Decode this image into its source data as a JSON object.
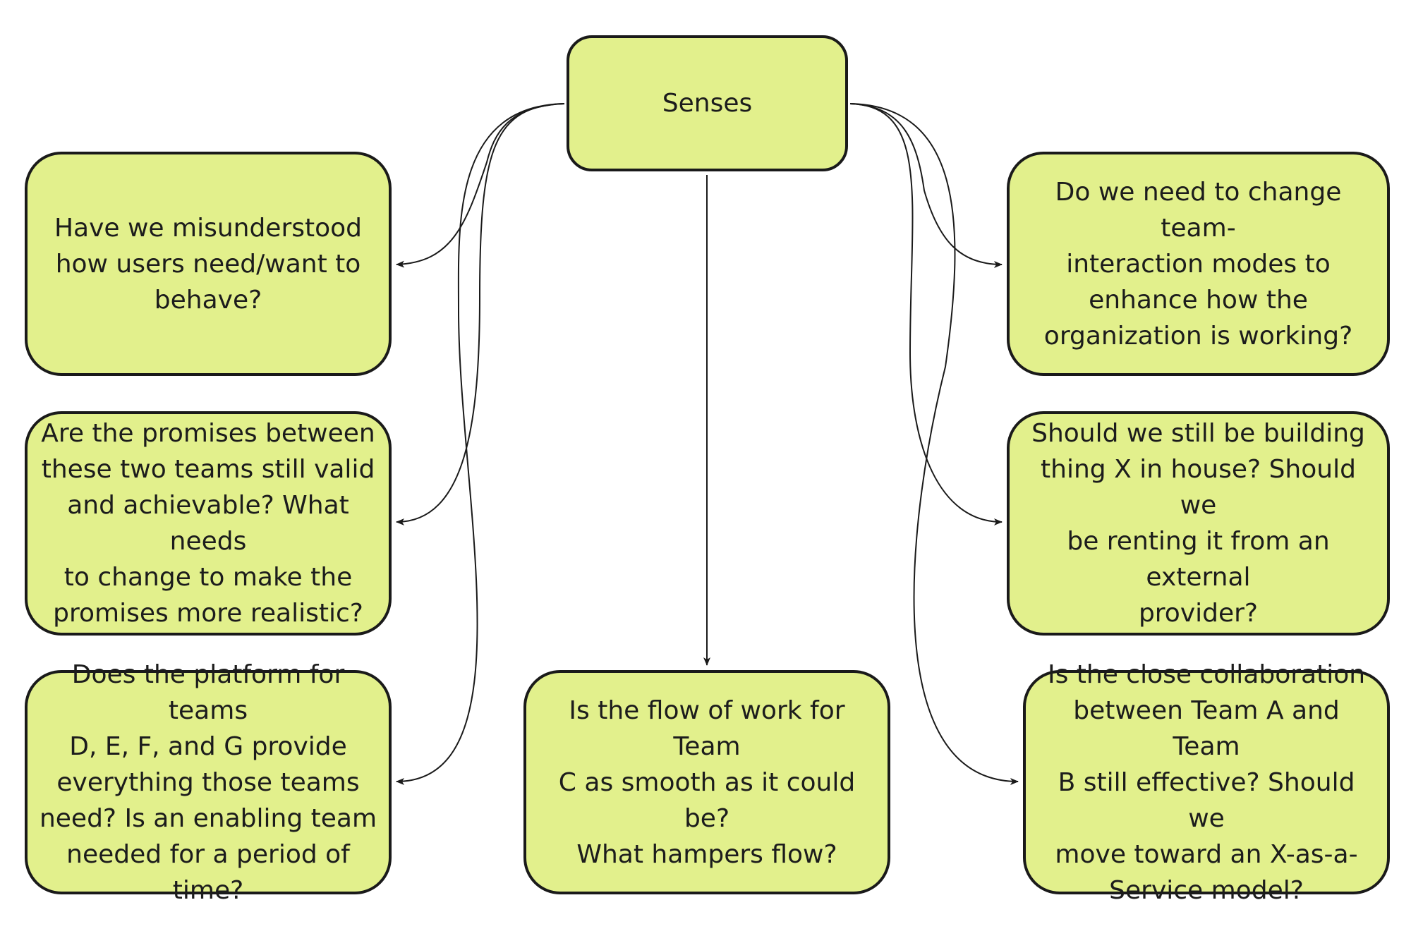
{
  "diagram": {
    "colors": {
      "node_fill": "#e2f08c",
      "node_border": "#1a1a1a",
      "edge": "#1a1a1a",
      "text": "#1c1c1c"
    },
    "nodes": {
      "senses": {
        "lines": [
          "Senses"
        ]
      },
      "users": {
        "lines": [
          "Have we misunderstood",
          "how users need/want to",
          "behave?"
        ]
      },
      "promises": {
        "lines": [
          "Are the promises between",
          "these two teams still valid",
          "and achievable? What needs",
          "to change to make the",
          "promises more realistic?"
        ]
      },
      "platform": {
        "lines": [
          "Does the platform for teams",
          "D, E, F, and G provide",
          "everything those teams",
          "need? Is an enabling team",
          "needed for a period of time?"
        ]
      },
      "flow": {
        "lines": [
          "Is the flow of work for Team",
          "C as smooth as it could be?",
          "What hampers flow?"
        ]
      },
      "interaction": {
        "lines": [
          "Do we need to change team-",
          "interaction modes to",
          "enhance how the",
          "organization is working?"
        ]
      },
      "build": {
        "lines": [
          "Should we still be building",
          "thing X in house? Should we",
          "be renting it from an external",
          "provider?"
        ]
      },
      "collab": {
        "lines": [
          "Is the close collaboration",
          "between Team A and Team",
          "B still effective? Should we",
          "move toward an X-as-a-",
          "Service model?"
        ]
      }
    },
    "edges": [
      {
        "from": "senses",
        "to": "users"
      },
      {
        "from": "senses",
        "to": "promises"
      },
      {
        "from": "senses",
        "to": "platform"
      },
      {
        "from": "senses",
        "to": "flow"
      },
      {
        "from": "senses",
        "to": "interaction"
      },
      {
        "from": "senses",
        "to": "build"
      },
      {
        "from": "senses",
        "to": "collab"
      }
    ]
  }
}
